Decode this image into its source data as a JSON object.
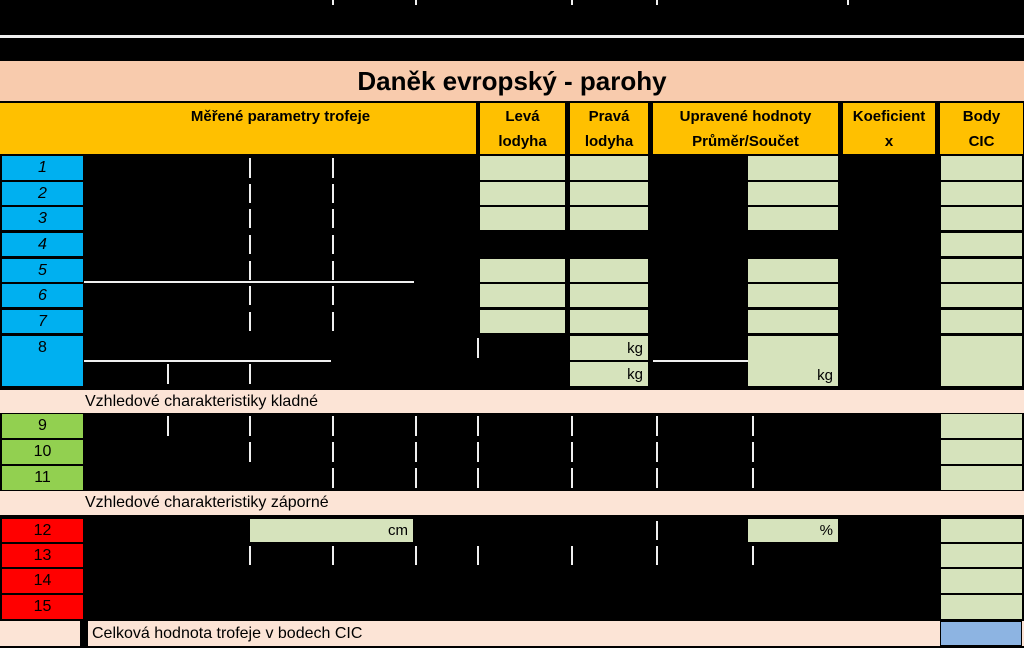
{
  "title": "Daněk evropský - parohy",
  "header": {
    "measured": "Měřené parametry trofeje",
    "left_line1": "Levá",
    "left_line2": "lodyha",
    "right_line1": "Pravá",
    "right_line2": "lodyha",
    "adjusted_line1": "Upravené hodnoty",
    "adjusted_line2": "Průměr/Součet",
    "coef_line1": "Koeficient",
    "coef_line2": "x",
    "points_line1": "Body",
    "points_line2": "CIC"
  },
  "sections": {
    "positive": "Vzhledové charakteristiky kladné",
    "negative": "Vzhledové charakteristiky záporné"
  },
  "total_label": "Celková hodnota trofeje v bodech CIC",
  "row_numbers": [
    "1",
    "2",
    "3",
    "4",
    "5",
    "6",
    "7",
    "8",
    "9",
    "10",
    "11",
    "12",
    "13",
    "14",
    "15"
  ],
  "units": {
    "kg": "kg",
    "cm": "cm",
    "percent": "%"
  },
  "colors": {
    "header_fill": "#FFC000",
    "title_fill": "#F8CBAD",
    "section_fill": "#FCE4D6",
    "measure_row_fill": "#00B0F0",
    "positive_row_fill": "#92D050",
    "negative_row_fill": "#FF0000",
    "value_cell_fill": "#D6E3BC",
    "total_cell_fill": "#8DB4E2",
    "grid_line": "#EFEFEF"
  }
}
